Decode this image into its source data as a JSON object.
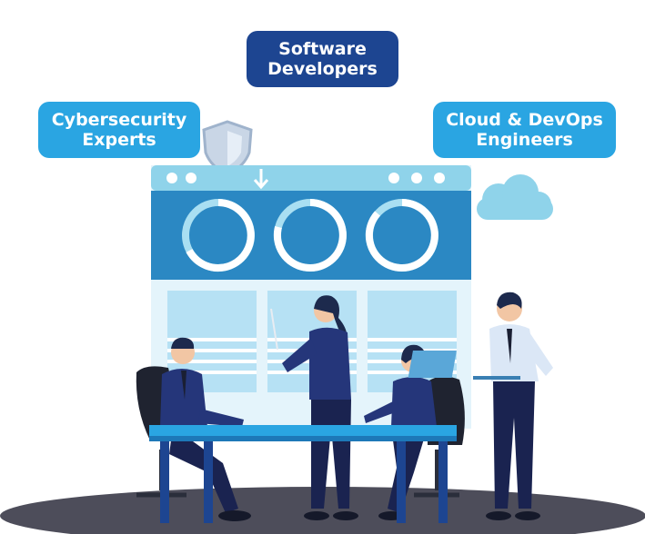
{
  "labels": {
    "software_developers": {
      "line1": "Software",
      "line2": "Developers"
    },
    "cybersecurity_experts": {
      "line1": "Cybersecurity",
      "line2": "Experts"
    },
    "cloud_devops_engineers": {
      "line1": "Cloud & DevOps",
      "line2": "Engineers"
    }
  },
  "colors": {
    "navy": "#1d4591",
    "sky_blue": "#2aa5e2",
    "window_top": "#8fd3ea",
    "window_band": "#2b88c3",
    "panel": "#cdeaf7",
    "floor": "#4d4d5a"
  }
}
